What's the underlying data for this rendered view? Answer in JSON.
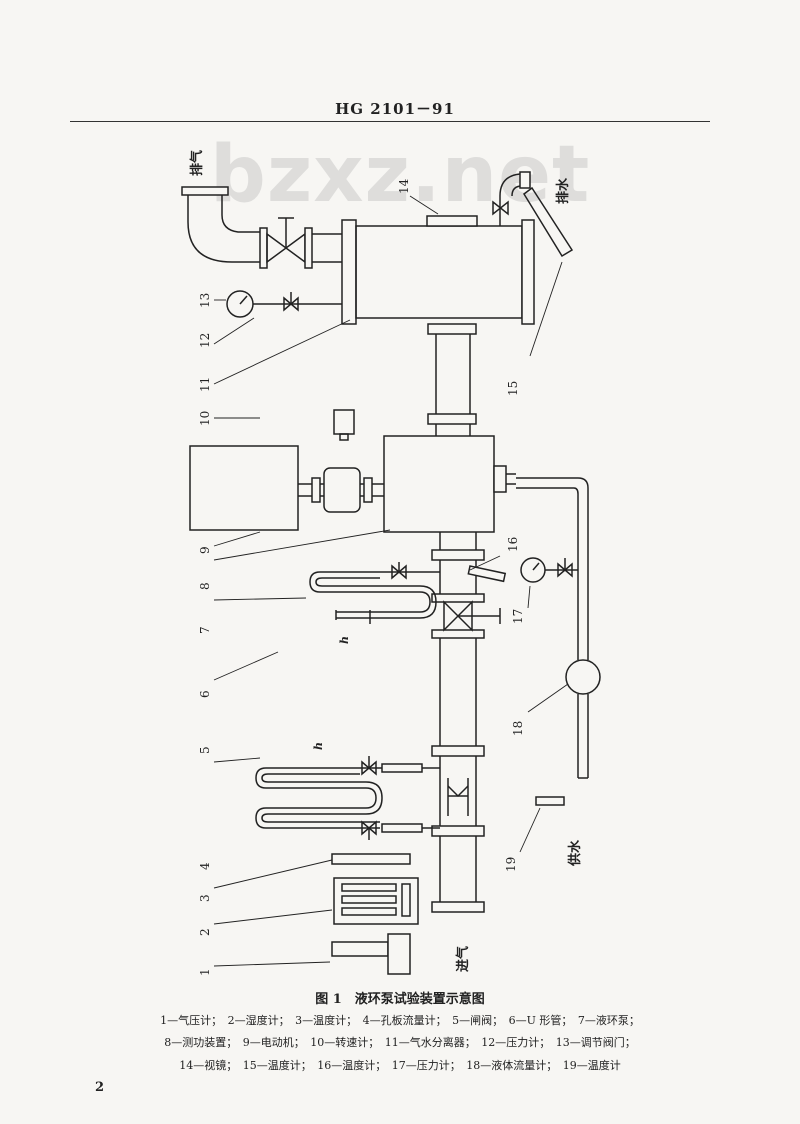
{
  "header": {
    "standard_code": "HG 2101－91"
  },
  "watermark": {
    "text": "bzxz.net"
  },
  "diagram": {
    "part_numbers": [
      "1",
      "2",
      "3",
      "4",
      "5",
      "6",
      "7",
      "8",
      "9",
      "10",
      "11",
      "12",
      "13",
      "14",
      "15",
      "16",
      "17",
      "18",
      "19"
    ],
    "labels": {
      "exhaust_air": "排气",
      "drain_water": "排水",
      "intake_air": "进气",
      "supply_water": "供水",
      "h_mark_1": "h",
      "h_mark_2": "h"
    }
  },
  "figure": {
    "caption": "图 1　液环泵试验装置示意图",
    "legend_lines": [
      "1—气压计；　2—湿度计；　3—温度计；　4—孔板流量计；　5—闸阀；　6—U 形管；　7—液环泵；",
      "8—测功装置；　9—电动机；　10—转速计；　11—气水分离器；　12—压力计；　13—调节阀门；",
      "14—视镜；　15—温度计；　16—温度计；　17—压力计；　18—液体流量计；　19—温度计"
    ]
  },
  "page": {
    "number": "2"
  }
}
